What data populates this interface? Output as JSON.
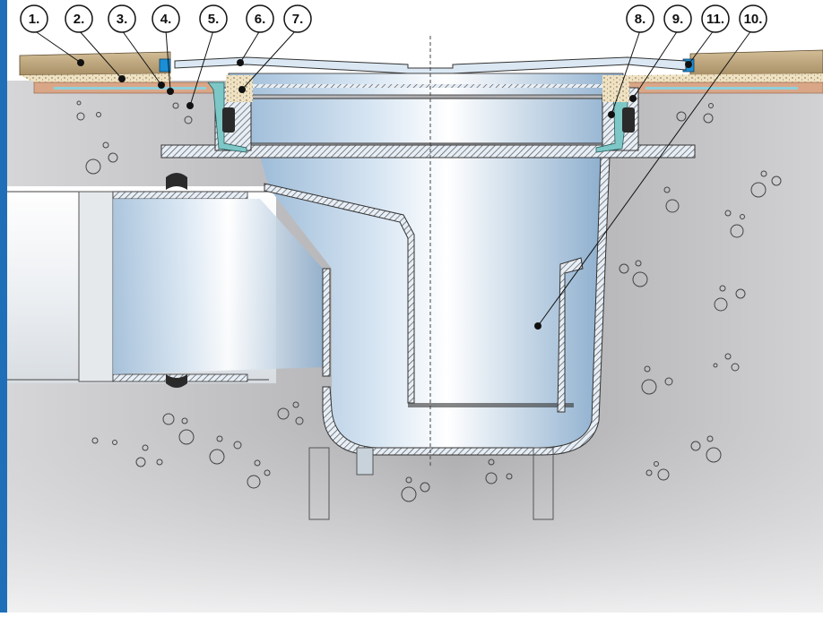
{
  "colors": {
    "frame": "#1f6fb8",
    "concrete": "#c9c9cb",
    "tile": "#b9a27c",
    "mortar": "#efe2c2",
    "membrane": "#d7a98a",
    "drain_body": "#a9c6e0",
    "pipe": "#f2f4f6",
    "seal": "#2a2a2a",
    "blue_seal": "#1a8fd6"
  },
  "callouts": [
    {
      "id": "1",
      "label": "1."
    },
    {
      "id": "2",
      "label": "2."
    },
    {
      "id": "3",
      "label": "3."
    },
    {
      "id": "4",
      "label": "4."
    },
    {
      "id": "5",
      "label": "5."
    },
    {
      "id": "6",
      "label": "6."
    },
    {
      "id": "7",
      "label": "7."
    },
    {
      "id": "8",
      "label": "8."
    },
    {
      "id": "9",
      "label": "9."
    },
    {
      "id": "11",
      "label": "11."
    },
    {
      "id": "10",
      "label": "10."
    }
  ]
}
